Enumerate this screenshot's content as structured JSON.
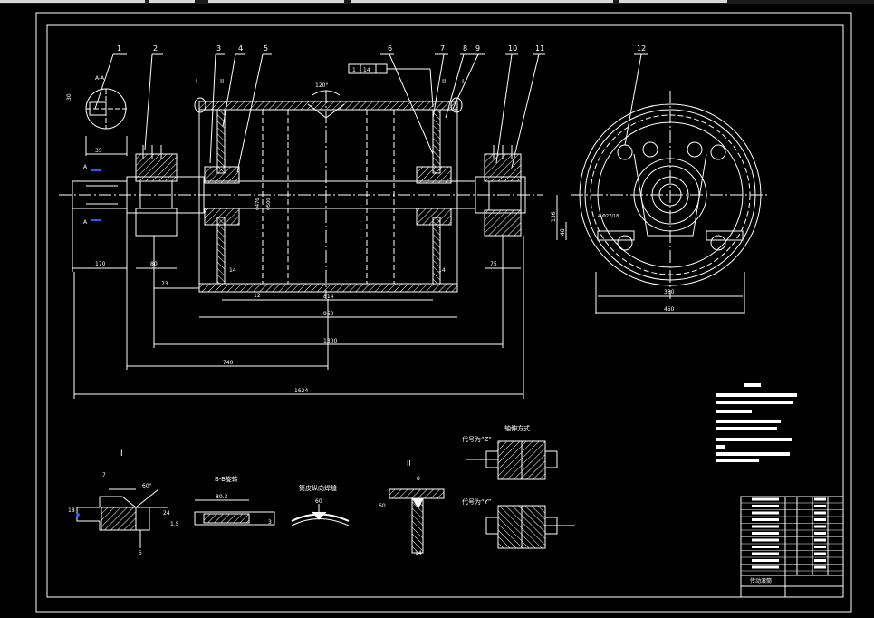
{
  "colors": {
    "background": "#000000",
    "line": "#ffffff",
    "hatch": "#ffffff",
    "center_line": "#ffffff",
    "accent_blue": "#3355ff"
  },
  "part_numbers": [
    "1",
    "2",
    "3",
    "4",
    "5",
    "6",
    "7",
    "8",
    "9",
    "10",
    "11",
    "12"
  ],
  "roman_marks": {
    "i": "I",
    "ii": "II"
  },
  "section_marks": {
    "a_a": "A-A",
    "a": "A"
  },
  "weld_symbol": {
    "num": "1",
    "value": "14"
  },
  "angle_label": "120°",
  "dims": {
    "d170": "170",
    "d80": "80",
    "d73": "73",
    "d75": "75",
    "d14a": "14",
    "d14b": "14",
    "d12": "12",
    "d814": "814",
    "d950": "950",
    "d1300": "1300",
    "d740": "740",
    "d1624": "1624",
    "d35": "35",
    "d30": "30",
    "d380": "380",
    "d450": "450",
    "d136": "136",
    "d48": "48",
    "bolt": "4-Φ27/18",
    "dia_mid": "Φ476",
    "dia_500": "Φ500"
  },
  "detail_i": {
    "title": "I",
    "d7": "7",
    "d60": "60°",
    "d5": "5",
    "d24": "24",
    "d18": "18",
    "d15": "1.5"
  },
  "detail_bb": {
    "title": "B-B旋转",
    "d": "80.3",
    "d3": "3"
  },
  "detail_weld": {
    "title": "筒皮纵向焊缝",
    "d": "60"
  },
  "detail_ii": {
    "title": "II",
    "d8": "8",
    "d14": "14",
    "d60": "60"
  },
  "key_methods": {
    "title": "轴伸方式",
    "z_label": "代号为“Z”",
    "y_label": "代号为“Y”"
  },
  "title_block": {
    "name": "传动滚筒"
  }
}
